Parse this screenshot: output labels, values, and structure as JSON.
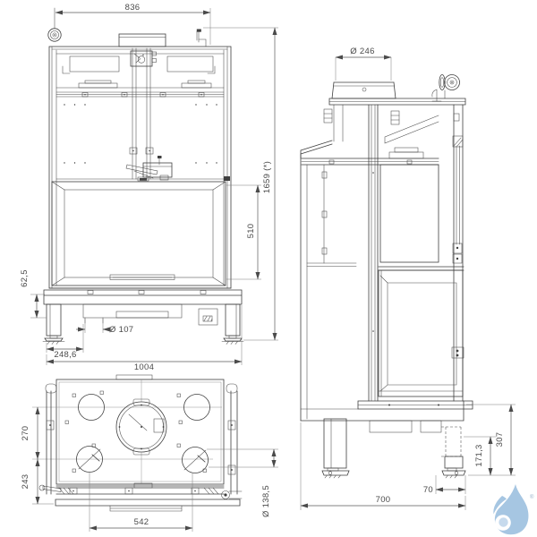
{
  "drawing_type": "fireplace technical dimension drawing",
  "views": {
    "front": {
      "name": "front-view",
      "dims": {
        "top_width": "836",
        "overall_height": "1659 (*)",
        "glass_height": "510",
        "base_detail": "62,5",
        "outlet_diameter": "Ø 107",
        "bottom_offset": "248,6",
        "overall_width": "1004"
      }
    },
    "side": {
      "name": "side-view",
      "dims": {
        "flue_diameter": "Ø 246",
        "base_height": "307",
        "leg_height": "171,3",
        "rear_foot_offset": "70",
        "depth": "700"
      }
    },
    "bottom": {
      "name": "bottom-view",
      "dims": {
        "upper_row_offset": "270",
        "lower_row_offset": "243",
        "lever_spacing": "542",
        "hole_diameter": "Ø 138,5"
      }
    }
  },
  "logo": {
    "registered_mark": "®"
  },
  "colors": {
    "line": "#3f3f3f",
    "dimension_text": "#4a4a4a",
    "background": "#ffffff",
    "logo_blue": "#a6c6e2",
    "logo_blue_light": "#c6daed"
  }
}
